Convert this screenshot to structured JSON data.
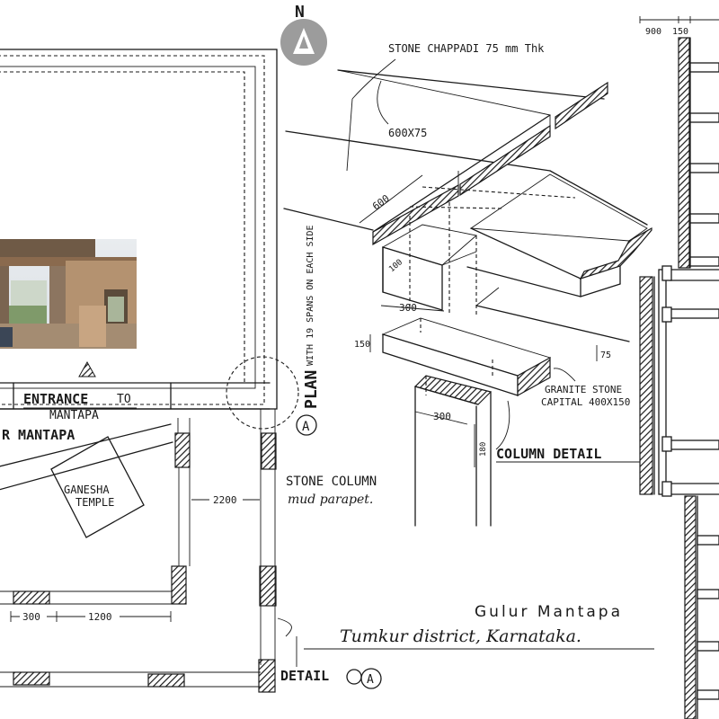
{
  "north": {
    "letter": "N"
  },
  "isometric": {
    "chappadi_label": "STONE CHAPPADI  75 mm Thk",
    "slab_size": "600X75",
    "slab_width": "600",
    "beam_depth": "100",
    "beam_width": "300",
    "capital_height": "150",
    "capital_depth": "75",
    "capital_label_line1": "GRANITE STONE",
    "capital_label_line2": "CAPITAL 400X150",
    "column_width": "300",
    "column_height": "180",
    "detail_title": "COLUMN  DETAIL"
  },
  "plan": {
    "entrance_line1": "ENTRANCE",
    "entrance_to": "TO",
    "entrance_line2": "MANTAPA",
    "mantapa_label": "R  MANTAPA",
    "ganesha_line1": "GANESHA",
    "ganesha_line2": "TEMPLE",
    "dim_2200": "2200",
    "dim_300": "300",
    "dim_1200": "1200",
    "plan_label": "PLAN",
    "plan_note": "WITH 19 SPANS ON EACH SIDE",
    "marker": "A"
  },
  "notes": {
    "stone_column": "STONE COLUMN",
    "mud_parapet": "mud parapet.",
    "detail_label": "DETAIL",
    "detail_marker": "A"
  },
  "title_block": {
    "name": "Gulur   Mantapa",
    "location": "Tumkur district, Karnataka."
  },
  "elevation": {
    "dim_900": "900",
    "dim_150": "150"
  },
  "photo": {
    "subject": "mantapa ruins photograph"
  }
}
